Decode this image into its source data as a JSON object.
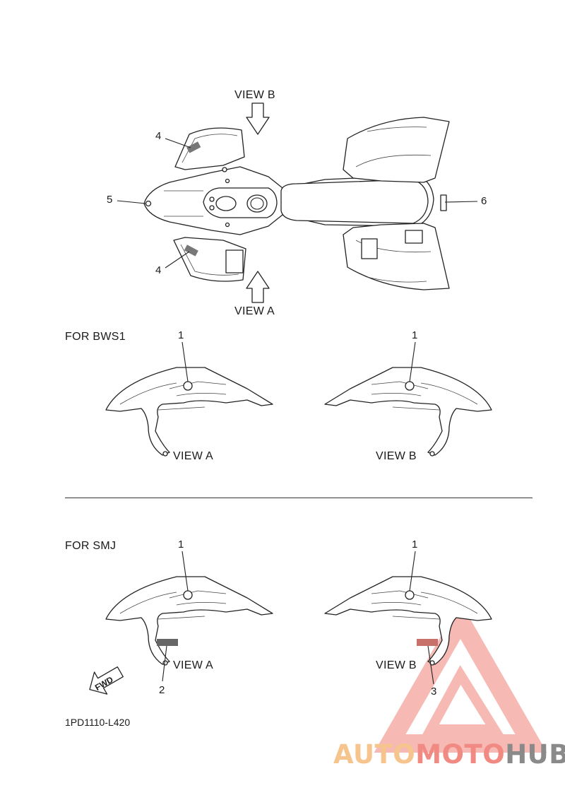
{
  "labels": {
    "view_b_top": "VIEW B",
    "view_a_top": "VIEW A",
    "section_bws1": "FOR BWS1",
    "section_smj": "FOR SMJ",
    "view_a": "VIEW A",
    "view_b": "VIEW B",
    "fwd": "FWD",
    "drawing_code": "1PD1110-L420"
  },
  "callouts": {
    "top_left_upper": "4",
    "top_left_lower": "4",
    "front": "5",
    "rear": "6",
    "bws1_left": "1",
    "bws1_right": "1",
    "smj_left": "1",
    "smj_right": "1",
    "smj_left_lower": "2",
    "smj_right_lower": "3"
  },
  "watermark": {
    "part1": "AUTO",
    "part2": "MOTO",
    "part3": "HUB",
    "colors": {
      "auto": "#f6c48d",
      "moto": "#f08a82",
      "hub": "#8a8a8a"
    }
  }
}
